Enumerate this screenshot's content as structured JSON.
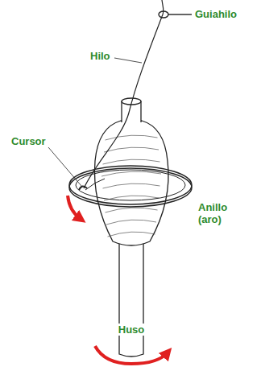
{
  "diagram": {
    "labels": [
      "Guiahilo",
      "Hilo",
      "Cursor",
      "Anillo (aro)",
      "Huso"
    ]
  }
}
